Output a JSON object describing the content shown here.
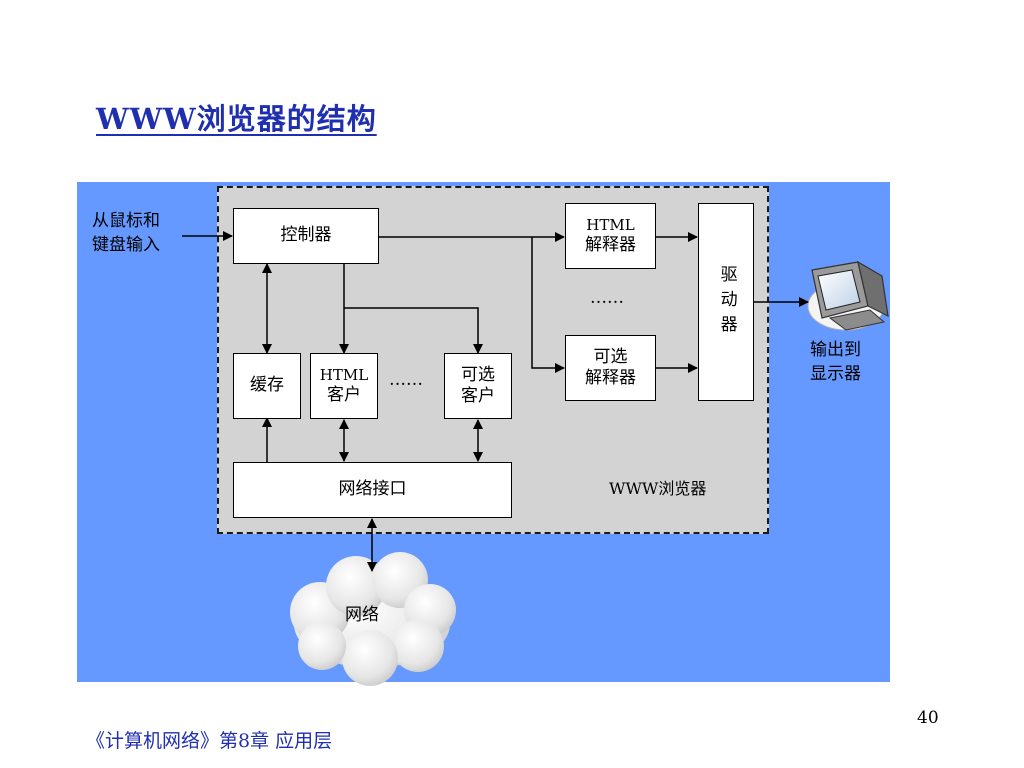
{
  "title": "WWW浏览器的结构",
  "diagram": {
    "input_label_line1": "从鼠标和",
    "input_label_line2": "键盘输入",
    "controller": "控制器",
    "html_interpreter_line1": "HTML",
    "html_interpreter_line2": "解释器",
    "interpreter_ellipsis": "……",
    "optional_interpreter_line1": "可选",
    "optional_interpreter_line2": "解释器",
    "driver": "驱动器",
    "output_label_line1": "输出到",
    "output_label_line2": "显示器",
    "cache": "缓存",
    "html_client_line1": "HTML",
    "html_client_line2": "客户",
    "client_ellipsis": "……",
    "optional_client_line1": "可选",
    "optional_client_line2": "客户",
    "network_interface": "网络接口",
    "browser_label": "WWW浏览器",
    "network_cloud": "网络"
  },
  "footer": {
    "course": "《计算机网络》第8章  应用层",
    "page_number": "40"
  },
  "colors": {
    "title": "#1f2fb0",
    "panel_background": "#6699ff",
    "browser_region": "#d3d3d3",
    "box_fill": "#ffffff"
  },
  "icons": [
    "monitor-icon",
    "cloud-icon"
  ]
}
